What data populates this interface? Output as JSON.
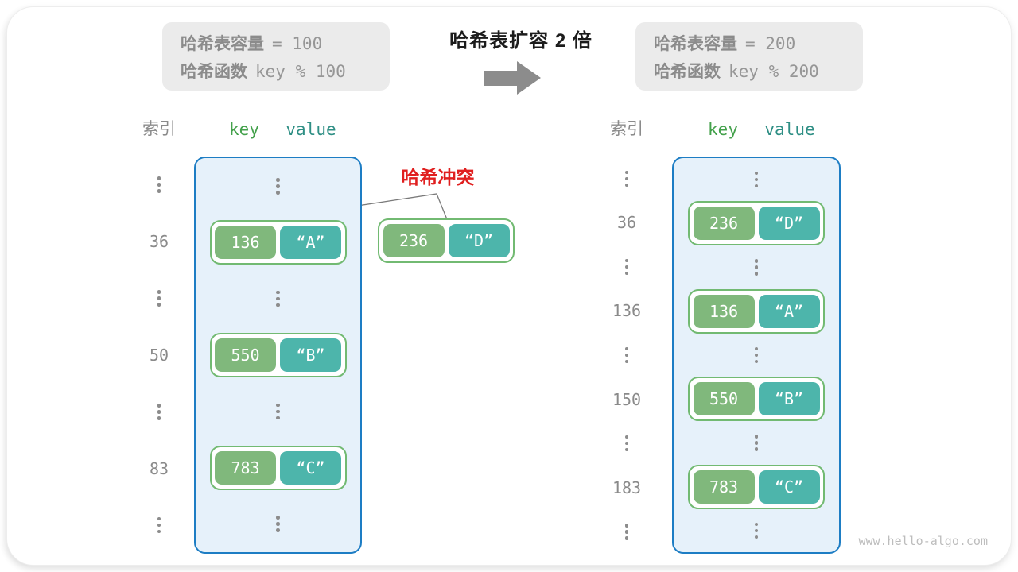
{
  "header": {
    "title": "哈希表扩容 2 倍",
    "left_box": {
      "cap_label": "哈希表容量",
      "cap_value": "= 100",
      "fn_label": "哈希函数",
      "fn_value": "key % 100"
    },
    "right_box": {
      "cap_label": "哈希表容量",
      "cap_value": "= 200",
      "fn_label": "哈希函数",
      "fn_value": "key % 200"
    }
  },
  "collision": {
    "label": "哈希冲突",
    "pair": {
      "key": "236",
      "value": "“D”"
    }
  },
  "left_table": {
    "index_header": "索引",
    "key_header": "key",
    "value_header": "value",
    "rows": [
      {
        "type": "dots"
      },
      {
        "type": "pair",
        "index": "36",
        "key": "136",
        "value": "“A”"
      },
      {
        "type": "dots"
      },
      {
        "type": "pair",
        "index": "50",
        "key": "550",
        "value": "“B”"
      },
      {
        "type": "dots"
      },
      {
        "type": "pair",
        "index": "83",
        "key": "783",
        "value": "“C”"
      },
      {
        "type": "dots"
      }
    ]
  },
  "right_table": {
    "index_header": "索引",
    "key_header": "key",
    "value_header": "value",
    "rows": [
      {
        "type": "dots"
      },
      {
        "type": "pair",
        "index": "36",
        "key": "236",
        "value": "“D”"
      },
      {
        "type": "dots"
      },
      {
        "type": "pair",
        "index": "136",
        "key": "136",
        "value": "“A”"
      },
      {
        "type": "dots"
      },
      {
        "type": "pair",
        "index": "150",
        "key": "550",
        "value": "“B”"
      },
      {
        "type": "dots"
      },
      {
        "type": "pair",
        "index": "183",
        "key": "783",
        "value": "“C”"
      },
      {
        "type": "dots"
      }
    ]
  },
  "watermark": "www.hello-algo.com",
  "colors": {
    "key_green": "#80b87c",
    "value_teal": "#4db5ab",
    "pair_border_green": "#72ba72",
    "table_border_blue": "#1d7dc4",
    "table_fill_blue": "#e6f1fa",
    "collision_red": "#e01f1f",
    "arrow_gray": "#8c8c8c",
    "info_box_gray": "#ebebeb"
  }
}
